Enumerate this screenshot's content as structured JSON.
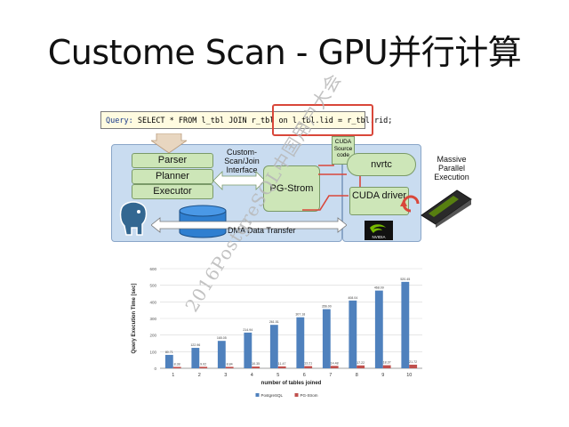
{
  "slide": {
    "title": "Custome Scan - GPU并行计算"
  },
  "diagram": {
    "query_label": "Query:",
    "query_sql": "SELECT * FROM l_tbl JOIN r_tbl on l_tbl.lid = r_tbl.rid;",
    "parser": "Parser",
    "planner": "Planner",
    "executor": "Executor",
    "interface_label": "Custom-Scan/Join Interface",
    "pg_strom": "PG-Strom",
    "cuda_source": "CUDA Source code",
    "nvrtc": "nvrtc",
    "cuda_driver": "CUDA driver",
    "dma_transfer": "DMA Data Transfer",
    "massive_parallel": "Massive Parallel Execution",
    "nvidia_logo": "NVIDIA",
    "colors": {
      "panel": "#c9dcf0",
      "module_green": "#cde6b8",
      "highlight_red": "#d9473a",
      "query_bg": "#fffbe0"
    }
  },
  "watermark": "2016PostgreSQL中国用户大会",
  "chart_data": {
    "type": "bar",
    "categories": [
      "1",
      "2",
      "3",
      "4",
      "5",
      "6",
      "7",
      "8",
      "9",
      "10"
    ],
    "series": [
      {
        "name": "PostgreSQL",
        "color": "#4f81bd",
        "values": [
          80.71,
          122.96,
          165.05,
          214.94,
          261.51,
          307.18,
          356.0,
          408.04,
          468.09,
          520.45
        ]
      },
      {
        "name": "PG-Strom",
        "color": "#c0504d",
        "values": [
          8.38,
          9.02,
          8.84,
          10.35,
          11.47,
          13.21,
          14.48,
          17.22,
          18.37,
          21.72
        ]
      }
    ],
    "data_labels": {
      "PostgreSQL": [
        "80.71",
        "122.96",
        "165.05",
        "214.94",
        "261.51",
        "307.18",
        "356.00",
        "408.04",
        "468.09",
        "520.45"
      ],
      "PG-Strom": [
        "8.38",
        "9.02",
        "8.84",
        "10.35",
        "11.47",
        "13.21",
        "14.48",
        "17.22",
        "18.37",
        "21.72"
      ]
    },
    "xlabel": "number of tables joined",
    "ylabel": "Query Execution Time [sec]",
    "ylim": [
      0,
      600
    ],
    "yticks": [
      "0",
      "100",
      "200",
      "300",
      "400",
      "500",
      "600"
    ],
    "grid": true,
    "legend_position": "bottom"
  }
}
